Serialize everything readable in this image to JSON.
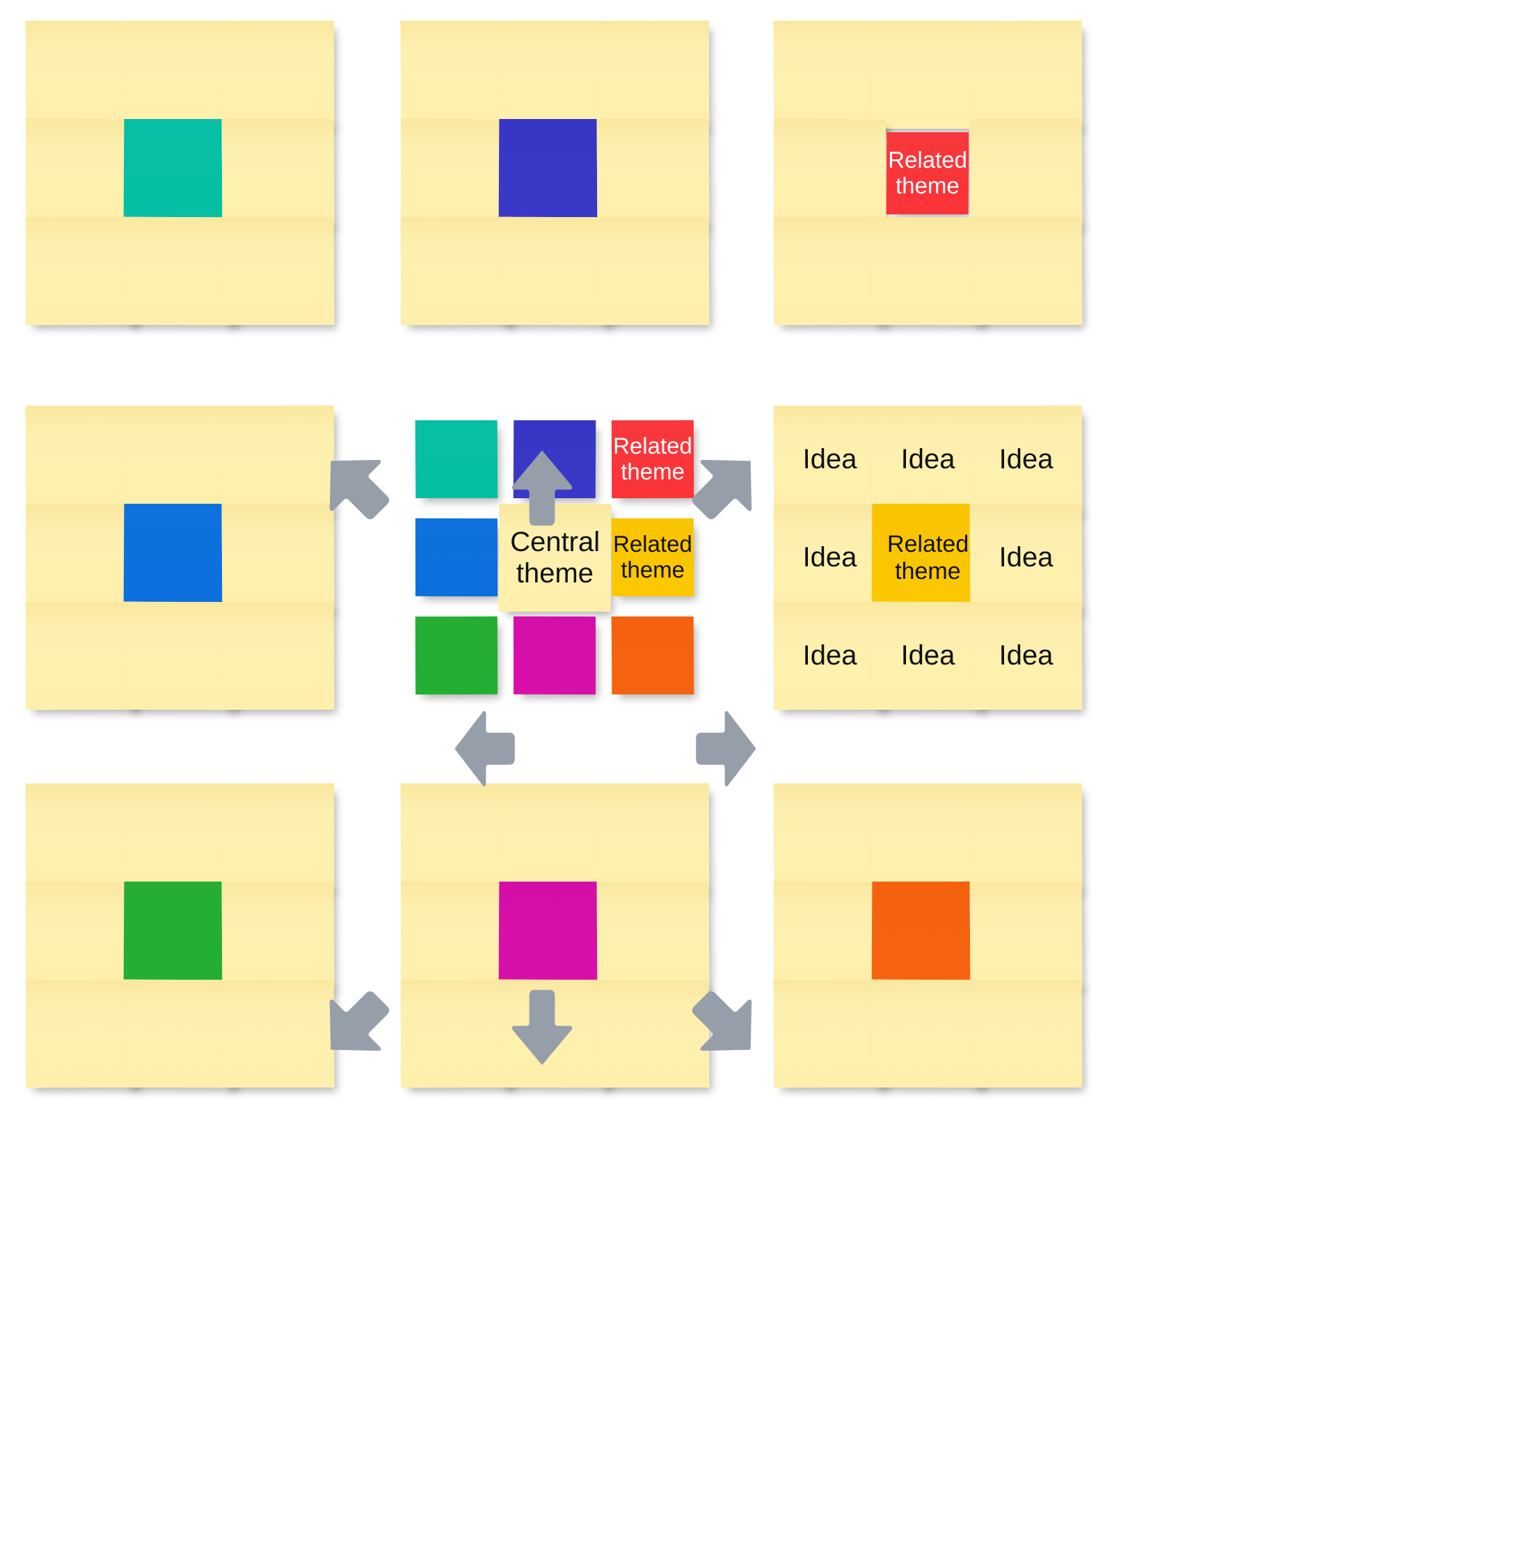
{
  "diagram": {
    "title": "Lotus blossom brainstorming grid",
    "note_colors": {
      "paper_yellow": "#FCEDA4",
      "teal": "#06BFA5",
      "indigo": "#3836C4",
      "red": "#FA3338",
      "blue": "#0D70DE",
      "amber": "#FAC600",
      "green": "#23AE33",
      "magenta": "#D610A9",
      "orange": "#F5620F",
      "arrow_gray": "#969EAA"
    },
    "labels": {
      "central_theme": "Central\ntheme",
      "related_theme": "Related\ntheme",
      "idea": "Idea",
      "blank": ""
    },
    "arrows": [
      {
        "name": "arrow-up-left",
        "direction": "up-left"
      },
      {
        "name": "arrow-up",
        "direction": "up"
      },
      {
        "name": "arrow-up-right",
        "direction": "up-right"
      },
      {
        "name": "arrow-left",
        "direction": "left"
      },
      {
        "name": "arrow-right",
        "direction": "right"
      },
      {
        "name": "arrow-down-left",
        "direction": "down-left"
      },
      {
        "name": "arrow-down",
        "direction": "down"
      },
      {
        "name": "arrow-down-right",
        "direction": "down-right"
      }
    ],
    "clusters": [
      {
        "name": "cluster-top-left",
        "position": "top-left",
        "cells": [
          {
            "text": "",
            "color": "paper_yellow"
          },
          {
            "text": "",
            "color": "paper_yellow"
          },
          {
            "text": "",
            "color": "paper_yellow"
          },
          {
            "text": "",
            "color": "paper_yellow"
          },
          {
            "text": "",
            "color": "teal"
          },
          {
            "text": "",
            "color": "paper_yellow"
          },
          {
            "text": "",
            "color": "paper_yellow"
          },
          {
            "text": "",
            "color": "paper_yellow"
          },
          {
            "text": "",
            "color": "paper_yellow"
          }
        ]
      },
      {
        "name": "cluster-top-center",
        "position": "top-center",
        "cells": [
          {
            "text": "",
            "color": "paper_yellow"
          },
          {
            "text": "",
            "color": "paper_yellow"
          },
          {
            "text": "",
            "color": "paper_yellow"
          },
          {
            "text": "",
            "color": "paper_yellow"
          },
          {
            "text": "",
            "color": "indigo"
          },
          {
            "text": "",
            "color": "paper_yellow"
          },
          {
            "text": "",
            "color": "paper_yellow"
          },
          {
            "text": "",
            "color": "paper_yellow"
          },
          {
            "text": "",
            "color": "paper_yellow"
          }
        ]
      },
      {
        "name": "cluster-top-right",
        "position": "top-right",
        "cells": [
          {
            "text": "",
            "color": "paper_yellow"
          },
          {
            "text": "",
            "color": "paper_yellow"
          },
          {
            "text": "",
            "color": "paper_yellow"
          },
          {
            "text": "",
            "color": "paper_yellow"
          },
          {
            "text": "Related\ntheme",
            "color": "red"
          },
          {
            "text": "",
            "color": "paper_yellow"
          },
          {
            "text": "",
            "color": "paper_yellow"
          },
          {
            "text": "",
            "color": "paper_yellow"
          },
          {
            "text": "",
            "color": "paper_yellow"
          }
        ]
      },
      {
        "name": "cluster-middle-left",
        "position": "middle-left",
        "cells": [
          {
            "text": "",
            "color": "paper_yellow"
          },
          {
            "text": "",
            "color": "paper_yellow"
          },
          {
            "text": "",
            "color": "paper_yellow"
          },
          {
            "text": "",
            "color": "paper_yellow"
          },
          {
            "text": "",
            "color": "blue"
          },
          {
            "text": "",
            "color": "paper_yellow"
          },
          {
            "text": "",
            "color": "paper_yellow"
          },
          {
            "text": "",
            "color": "paper_yellow"
          },
          {
            "text": "",
            "color": "paper_yellow"
          }
        ]
      },
      {
        "name": "cluster-center",
        "position": "center",
        "cells": [
          {
            "text": "",
            "color": "teal"
          },
          {
            "text": "",
            "color": "indigo"
          },
          {
            "text": "Related\ntheme",
            "color": "red"
          },
          {
            "text": "",
            "color": "blue"
          },
          {
            "text": "Central\ntheme",
            "color": "paper_yellow"
          },
          {
            "text": "Related\ntheme",
            "color": "amber"
          },
          {
            "text": "",
            "color": "green"
          },
          {
            "text": "",
            "color": "magenta"
          },
          {
            "text": "",
            "color": "orange"
          }
        ]
      },
      {
        "name": "cluster-middle-right",
        "position": "middle-right",
        "cells": [
          {
            "text": "Idea",
            "color": "paper_yellow"
          },
          {
            "text": "Idea",
            "color": "paper_yellow"
          },
          {
            "text": "Idea",
            "color": "paper_yellow"
          },
          {
            "text": "Idea",
            "color": "paper_yellow"
          },
          {
            "text": "Related\ntheme",
            "color": "amber"
          },
          {
            "text": "Idea",
            "color": "paper_yellow"
          },
          {
            "text": "Idea",
            "color": "paper_yellow"
          },
          {
            "text": "Idea",
            "color": "paper_yellow"
          },
          {
            "text": "Idea",
            "color": "paper_yellow"
          }
        ]
      },
      {
        "name": "cluster-bottom-left",
        "position": "bottom-left",
        "cells": [
          {
            "text": "",
            "color": "paper_yellow"
          },
          {
            "text": "",
            "color": "paper_yellow"
          },
          {
            "text": "",
            "color": "paper_yellow"
          },
          {
            "text": "",
            "color": "paper_yellow"
          },
          {
            "text": "",
            "color": "green"
          },
          {
            "text": "",
            "color": "paper_yellow"
          },
          {
            "text": "",
            "color": "paper_yellow"
          },
          {
            "text": "",
            "color": "paper_yellow"
          },
          {
            "text": "",
            "color": "paper_yellow"
          }
        ]
      },
      {
        "name": "cluster-bottom-center",
        "position": "bottom-center",
        "cells": [
          {
            "text": "",
            "color": "paper_yellow"
          },
          {
            "text": "",
            "color": "paper_yellow"
          },
          {
            "text": "",
            "color": "paper_yellow"
          },
          {
            "text": "",
            "color": "paper_yellow"
          },
          {
            "text": "",
            "color": "magenta"
          },
          {
            "text": "",
            "color": "paper_yellow"
          },
          {
            "text": "",
            "color": "paper_yellow"
          },
          {
            "text": "",
            "color": "paper_yellow"
          },
          {
            "text": "",
            "color": "paper_yellow"
          }
        ]
      },
      {
        "name": "cluster-bottom-right",
        "position": "bottom-right",
        "cells": [
          {
            "text": "",
            "color": "paper_yellow"
          },
          {
            "text": "",
            "color": "paper_yellow"
          },
          {
            "text": "",
            "color": "paper_yellow"
          },
          {
            "text": "",
            "color": "paper_yellow"
          },
          {
            "text": "",
            "color": "orange"
          },
          {
            "text": "",
            "color": "paper_yellow"
          },
          {
            "text": "",
            "color": "paper_yellow"
          },
          {
            "text": "",
            "color": "paper_yellow"
          },
          {
            "text": "",
            "color": "paper_yellow"
          }
        ]
      }
    ]
  }
}
